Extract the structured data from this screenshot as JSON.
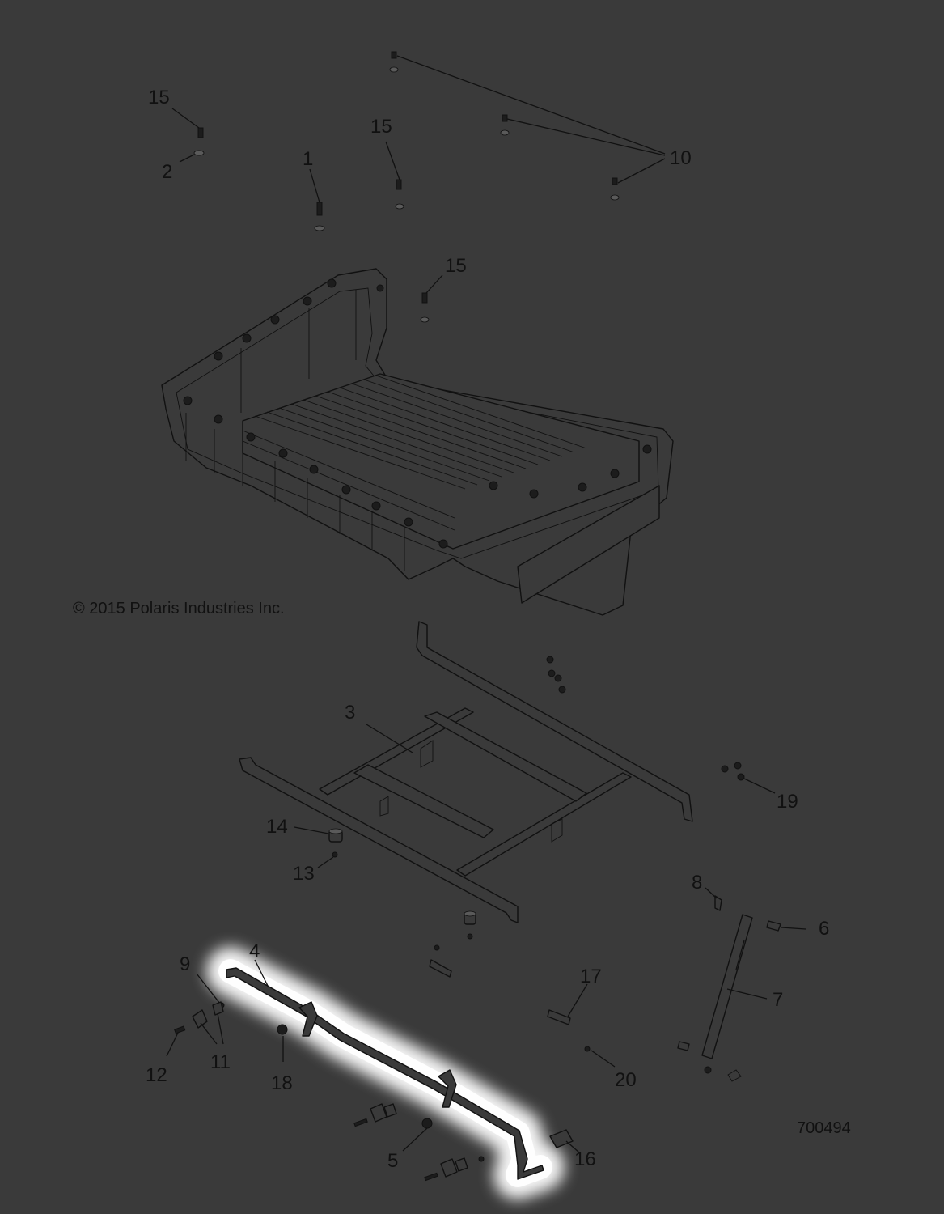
{
  "copyright": "© 2015 Polaris Industries Inc.",
  "diagram_number": "700494",
  "callouts": [
    {
      "id": "c15a",
      "label": "15"
    },
    {
      "id": "c2",
      "label": "2"
    },
    {
      "id": "c15b",
      "label": "15"
    },
    {
      "id": "c1",
      "label": "1"
    },
    {
      "id": "c10",
      "label": "10"
    },
    {
      "id": "c15c",
      "label": "15"
    },
    {
      "id": "c3",
      "label": "3"
    },
    {
      "id": "c19",
      "label": "19"
    },
    {
      "id": "c14",
      "label": "14"
    },
    {
      "id": "c13",
      "label": "13"
    },
    {
      "id": "c8",
      "label": "8"
    },
    {
      "id": "c6",
      "label": "6"
    },
    {
      "id": "c4",
      "label": "4"
    },
    {
      "id": "c9",
      "label": "9"
    },
    {
      "id": "c17",
      "label": "17"
    },
    {
      "id": "c7",
      "label": "7"
    },
    {
      "id": "c11",
      "label": "11"
    },
    {
      "id": "c12",
      "label": "12"
    },
    {
      "id": "c18",
      "label": "18"
    },
    {
      "id": "c20",
      "label": "20"
    },
    {
      "id": "c5",
      "label": "5"
    },
    {
      "id": "c16",
      "label": "16"
    }
  ],
  "highlight": {
    "part": "4",
    "color": "#ffffff"
  },
  "colors": {
    "background": "#3a3a3a",
    "ink": "#111111"
  }
}
